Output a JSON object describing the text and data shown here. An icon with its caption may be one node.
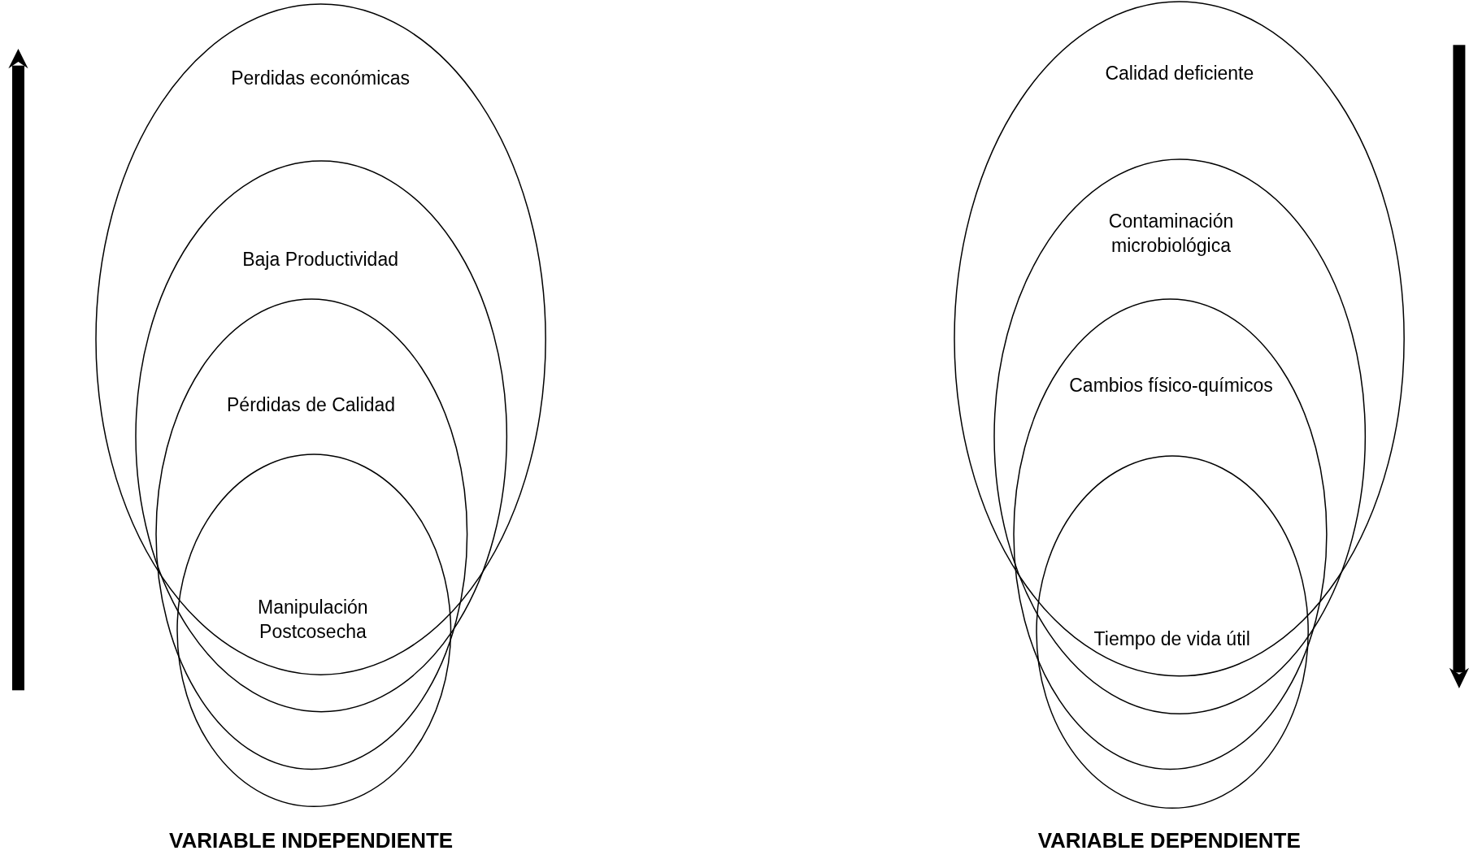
{
  "diagram": {
    "nodes": [
      {
        "text": [
          "Perdidas económicas"
        ]
      },
      {
        "text": [
          "Baja Productividad"
        ]
      },
      {
        "text": [
          "Pérdidas de Calidad"
        ]
      },
      {
        "text": [
          "Manipulación Postcosecha"
        ]
      },
      {
        "text": [
          "Calidad deficiente"
        ]
      },
      {
        "text": [
          "Contaminación microbiológica"
        ]
      },
      {
        "text": [
          "Cambios físico-químicos"
        ]
      },
      {
        "text": [
          "Tiempo de vida útil"
        ]
      }
    ],
    "labels": [
      "VARIABLE INDEPENDIENTE",
      "VARIABLE DEPENDIENTE"
    ]
  }
}
